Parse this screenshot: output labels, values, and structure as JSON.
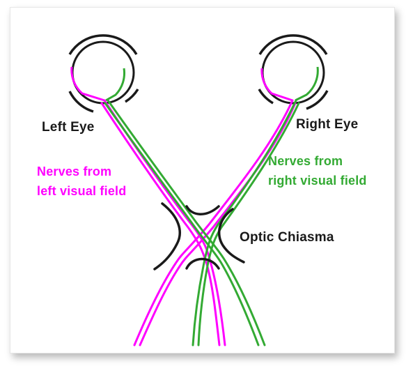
{
  "labels": {
    "left_eye": "Left Eye",
    "right_eye": "Right Eye",
    "left_nerves_line1": "Nerves from",
    "left_nerves_line2": "left visual field",
    "right_nerves_line1": "Nerves from",
    "right_nerves_line2": "right visual field",
    "chiasma": "Optic Chiasma"
  },
  "colors": {
    "left_field": "#ff00ff",
    "right_field": "#33aa33",
    "outline": "#1a1a1a"
  }
}
